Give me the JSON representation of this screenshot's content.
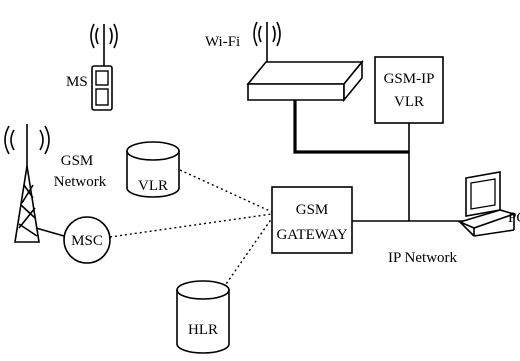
{
  "labels": {
    "ms": "MS",
    "wifi": "Wi-Fi",
    "gsm_ip_vlr_line1": "GSM-IP",
    "gsm_ip_vlr_line2": "VLR",
    "gsm_network_line1": "GSM",
    "gsm_network_line2": "Network",
    "vlr": "VLR",
    "msc": "MSC",
    "gsm_gateway_line1": "GSM",
    "gsm_gateway_line2": "GATEWAY",
    "pc": "PC",
    "ip_network": "IP Network",
    "hlr": "HLR"
  }
}
